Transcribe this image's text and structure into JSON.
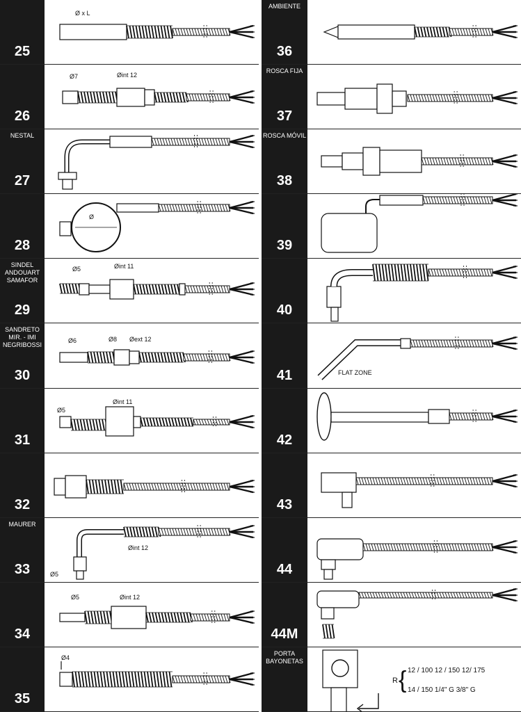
{
  "left_column": [
    {
      "number": "25",
      "brand": "",
      "labels": [
        "Ø x L"
      ]
    },
    {
      "number": "26",
      "brand": "",
      "labels": [
        "Ø7",
        "Øint 12"
      ]
    },
    {
      "number": "27",
      "brand": "NESTAL",
      "labels": []
    },
    {
      "number": "28",
      "brand": "",
      "labels": [
        "Ø"
      ]
    },
    {
      "number": "29",
      "brand": "SINDEL ANDOUART SAMAFOR",
      "labels": [
        "Ø5",
        "Øint 11"
      ]
    },
    {
      "number": "30",
      "brand": "SANDRETO MIR. - IMI NEGRIBOSSI",
      "labels": [
        "Ø6",
        "Ø8",
        "Øext 12"
      ]
    },
    {
      "number": "31",
      "brand": "",
      "labels": [
        "Ø5",
        "Øint 11"
      ]
    },
    {
      "number": "32",
      "brand": "",
      "labels": []
    },
    {
      "number": "33",
      "brand": "MAURER",
      "labels": [
        "Øint 12",
        "Ø5"
      ]
    },
    {
      "number": "34",
      "brand": "",
      "labels": [
        "Ø5",
        "Øint 12"
      ]
    },
    {
      "number": "35",
      "brand": "",
      "labels": [
        "Ø4"
      ]
    }
  ],
  "right_column": [
    {
      "number": "36",
      "brand": "AMBIENTE",
      "labels": []
    },
    {
      "number": "37",
      "brand": "ROSCA FIJA",
      "labels": []
    },
    {
      "number": "38",
      "brand": "ROSCA MÓVIL",
      "labels": []
    },
    {
      "number": "39",
      "brand": "",
      "labels": []
    },
    {
      "number": "40",
      "brand": "",
      "labels": []
    },
    {
      "number": "41",
      "brand": "",
      "labels": [
        "FLAT ZONE"
      ]
    },
    {
      "number": "42",
      "brand": "",
      "labels": []
    },
    {
      "number": "43",
      "brand": "",
      "labels": []
    },
    {
      "number": "44",
      "brand": "",
      "labels": []
    },
    {
      "number": "44M",
      "brand": "",
      "labels": []
    },
    {
      "number": "",
      "brand": "PORTA BAYONETAS",
      "labels": []
    }
  ],
  "bayonet_info": {
    "prefix": "R",
    "line1": "12 / 100   12 / 150   12/ 175",
    "line2": "14 / 150   1/4\" G   3/8\" G"
  }
}
